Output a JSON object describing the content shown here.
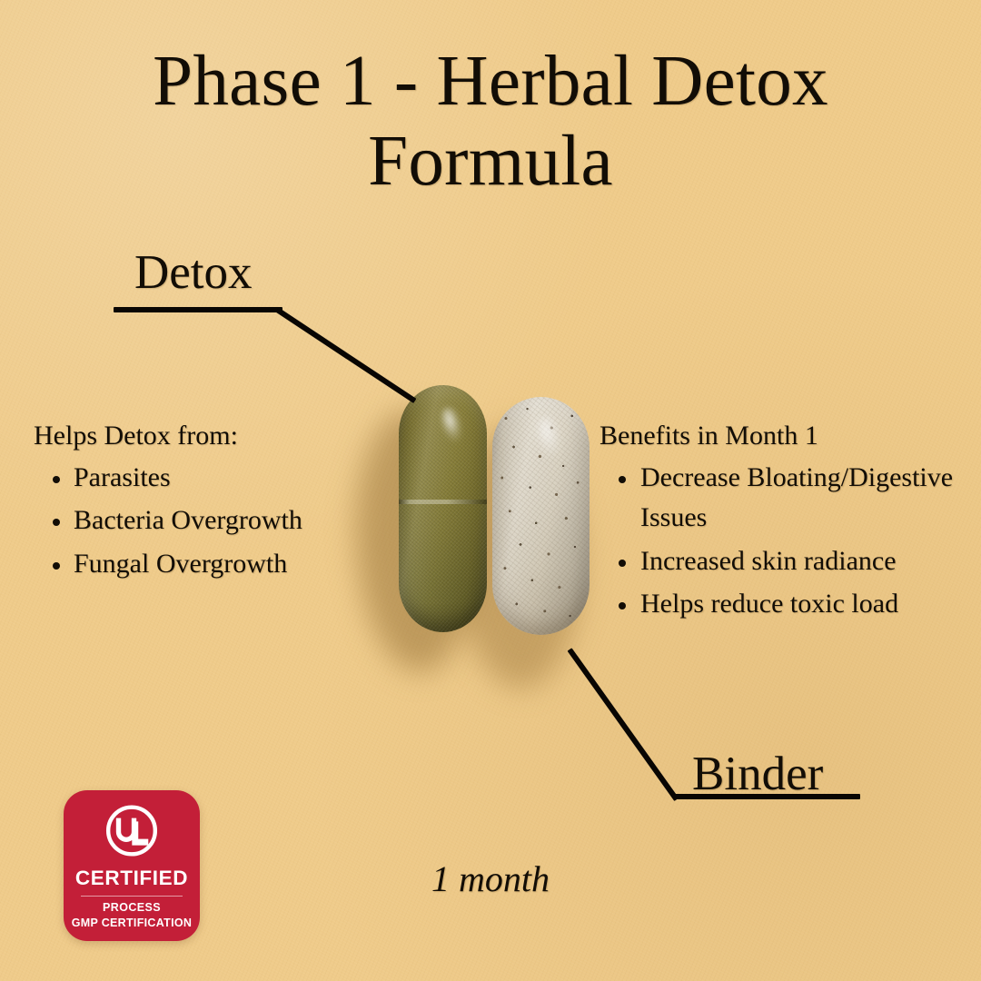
{
  "page": {
    "title": "Phase 1 - Herbal Detox Formula",
    "background_color": "#efcb8a",
    "text_color": "#120d06"
  },
  "heading": {
    "line1": "Phase 1 - Herbal Detox",
    "line2": "Formula"
  },
  "callouts": {
    "detox": "Detox",
    "binder": "Binder"
  },
  "left_column": {
    "heading": "Helps Detox from:",
    "items": [
      "Parasites",
      "Bacteria Overgrowth",
      "Fungal Overgrowth"
    ]
  },
  "right_column": {
    "heading": "Benefits in Month 1",
    "items": [
      "Decrease Bloating/Digestive Issues",
      "Increased skin radiance",
      "Helps reduce toxic load"
    ]
  },
  "product": {
    "capsules": [
      {
        "name": "detox-capsule",
        "color": "#807730",
        "description": "olive green herbal capsule"
      },
      {
        "name": "binder-capsule",
        "color": "#d4ccba",
        "description": "off-white speckled binder capsule"
      }
    ],
    "supply": "1 month"
  },
  "certification_badge": {
    "logo_text": "UL",
    "status": "CERTIFIED",
    "line1": "PROCESS",
    "line2": "GMP CERTIFICATION",
    "badge_color": "#c31f38"
  }
}
